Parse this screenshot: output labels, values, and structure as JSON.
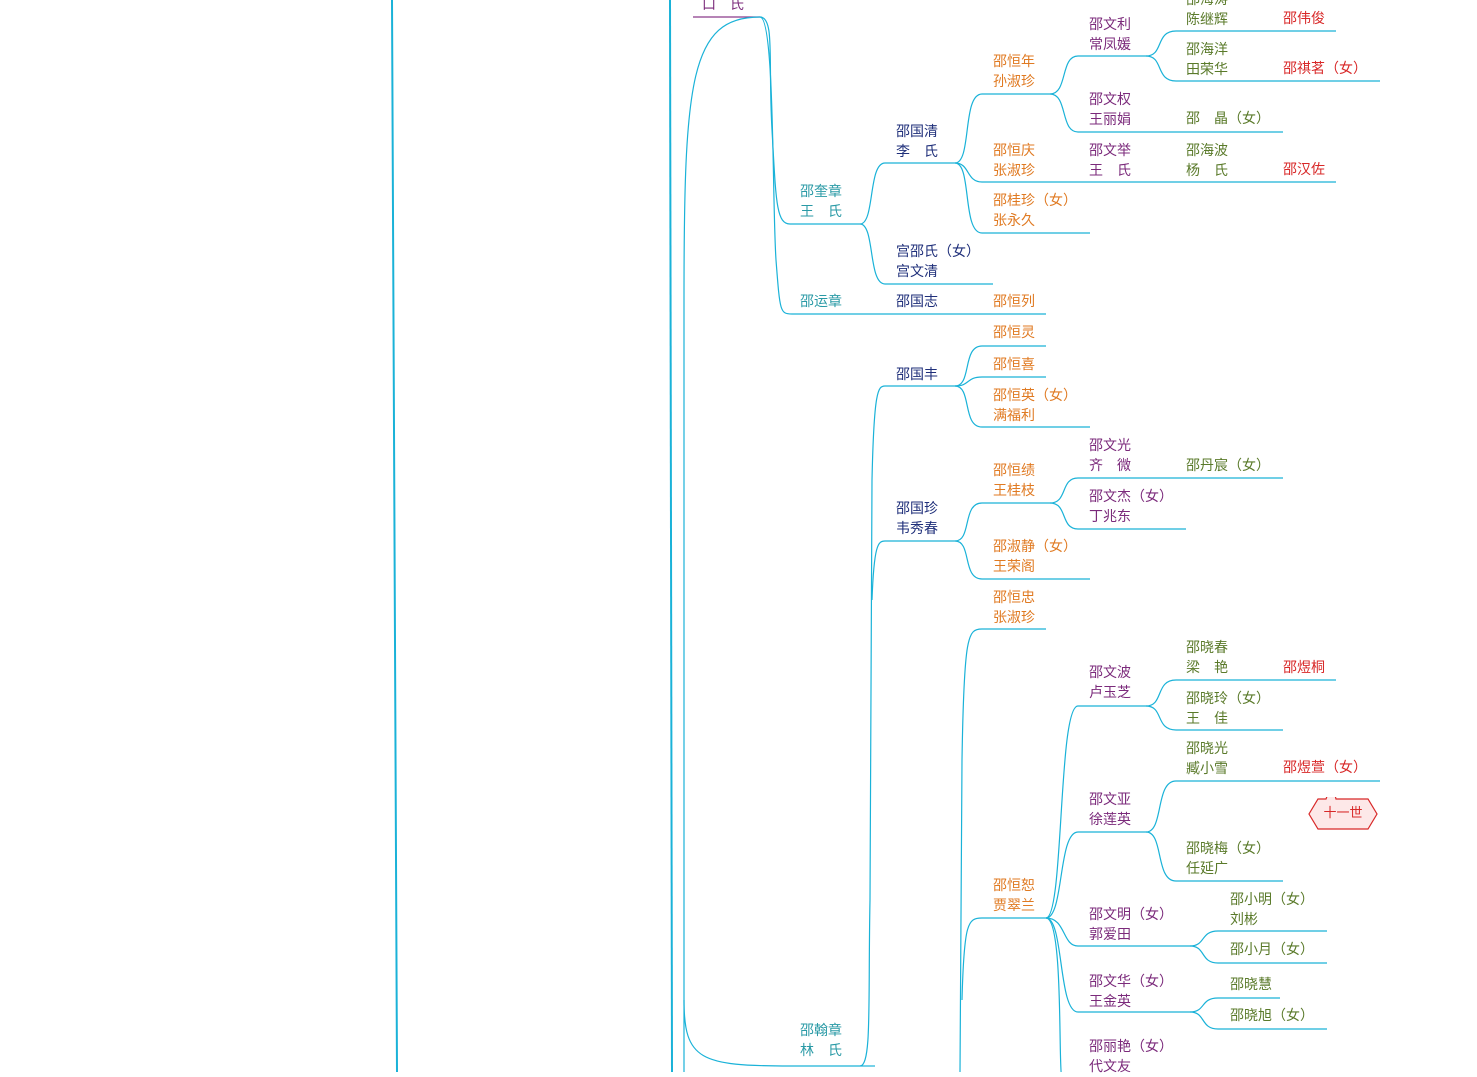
{
  "colors": {
    "line": "#1ab2d8",
    "gen_teal": "#2a9aa6",
    "gen_navy": "#1f2f7a",
    "gen_orange": "#e07a22",
    "gen_purple": "#7b2a7b",
    "gen_olive": "#5a7a2a",
    "gen_red": "#d82828"
  },
  "root": {
    "line2": "口　氏"
  },
  "n": {
    "kuizhang": {
      "a": "邵奎章",
      "b": "王　氏"
    },
    "yunzhang": {
      "a": "邵运章"
    },
    "hanzhang": {
      "a": "邵翰章",
      "b": "林　氏"
    },
    "guoqing": {
      "a": "邵国清",
      "b": "李　氏"
    },
    "gongshao": {
      "a": "宫邵氏（女）",
      "b": "宫文清"
    },
    "guozhi": {
      "a": "邵国志"
    },
    "guofeng": {
      "a": "邵国丰"
    },
    "guozhen": {
      "a": "邵国珍",
      "b": "韦秀春"
    },
    "hengnian": {
      "a": "邵恒年",
      "b": "孙淑珍"
    },
    "hengqing": {
      "a": "邵恒庆",
      "b": "张淑珍"
    },
    "guizhen": {
      "a": "邵桂珍（女）",
      "b": "张永久"
    },
    "henglie": {
      "a": "邵恒列"
    },
    "hengling": {
      "a": "邵恒灵"
    },
    "hengxi": {
      "a": "邵恒喜"
    },
    "hengying": {
      "a": "邵恒英（女）",
      "b": "满福利"
    },
    "hengji": {
      "a": "邵恒绩",
      "b": "王桂枝"
    },
    "shujing": {
      "a": "邵淑静（女）",
      "b": "王荣阁"
    },
    "hengzhong": {
      "a": "邵恒忠",
      "b": "张淑珍"
    },
    "hengshu": {
      "a": "邵恒恕",
      "b": "贾翠兰"
    },
    "wenli": {
      "a": "邵文利",
      "b": "常凤媛"
    },
    "wenquan": {
      "a": "邵文权",
      "b": "王丽娟"
    },
    "wenju": {
      "a": "邵文举",
      "b": "王　氏"
    },
    "wenguang": {
      "a": "邵文光",
      "b": "齐　微"
    },
    "wenjie": {
      "a": "邵文杰（女）",
      "b": "丁兆东"
    },
    "wenbo": {
      "a": "邵文波",
      "b": "卢玉芝"
    },
    "wenya": {
      "a": "邵文亚",
      "b": "徐莲英"
    },
    "wenming": {
      "a": "邵文明（女）",
      "b": "郭爱田"
    },
    "wenhua": {
      "a": "邵文华（女）",
      "b": "王金英"
    },
    "liyan": {
      "a": "邵丽艳（女）",
      "b": "代文友"
    },
    "haitao": {
      "a": "邵海涛",
      "b": "陈继辉"
    },
    "haiyang": {
      "a": "邵海洋",
      "b": "田荣华"
    },
    "jing": {
      "a": "邵　晶（女）"
    },
    "haibo": {
      "a": "邵海波",
      "b": "杨　氏"
    },
    "danchen": {
      "a": "邵丹宸（女）"
    },
    "xiaochun": {
      "a": "邵晓春",
      "b": "梁　艳"
    },
    "xiaoling": {
      "a": "邵晓玲（女）",
      "b": "王　佳"
    },
    "xiaoguang": {
      "a": "邵晓光",
      "b": "臧小雪"
    },
    "xiaomei": {
      "a": "邵晓梅（女）",
      "b": "任延广"
    },
    "xiaoming": {
      "a": "邵小明（女）",
      "b": "刘彬"
    },
    "xiaoyue": {
      "a": "邵小月（女）"
    },
    "xiaohui": {
      "a": "邵晓慧"
    },
    "xiaoxu": {
      "a": "邵晓旭（女）"
    },
    "weijun": {
      "a": "邵伟俊"
    },
    "qiming": {
      "a": "邵祺茗（女）"
    },
    "hanzuo": {
      "a": "邵汉佐"
    },
    "yutong": {
      "a": "邵煜桐"
    },
    "yuxuan": {
      "a": "邵煜萱（女）"
    }
  },
  "callout": {
    "label": "十一世"
  }
}
